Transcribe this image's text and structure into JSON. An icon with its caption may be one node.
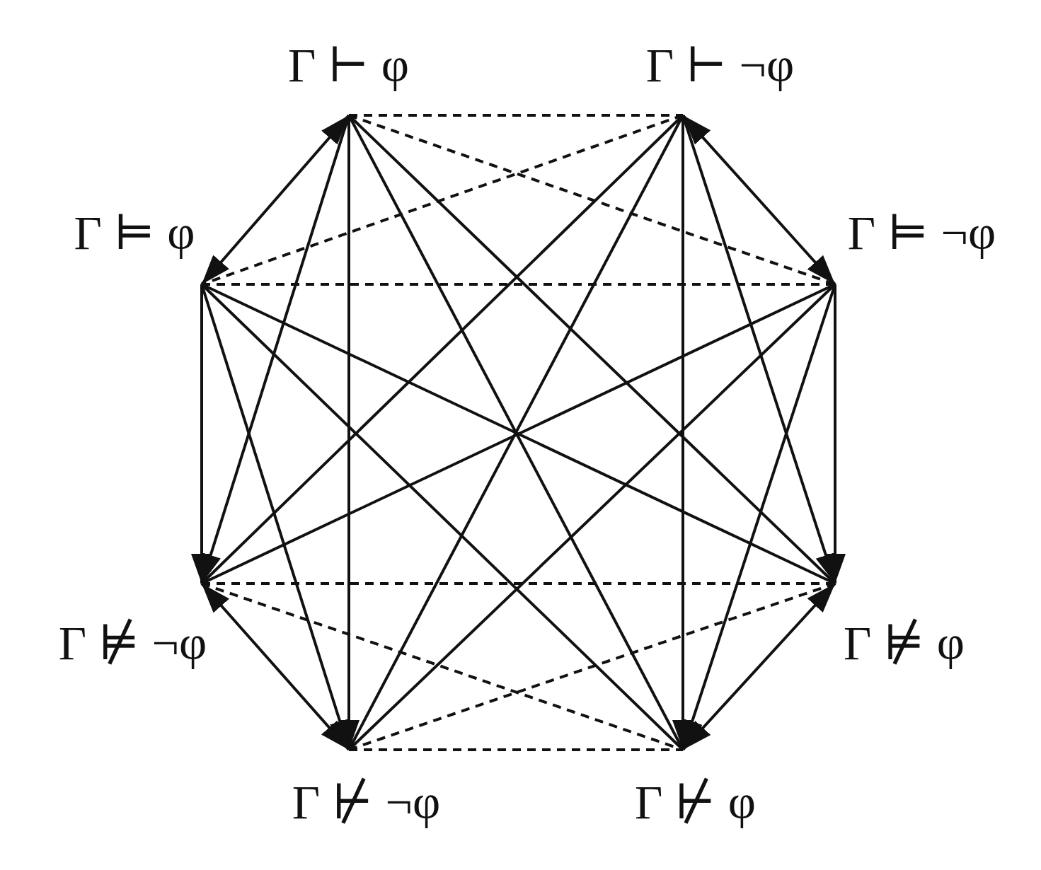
{
  "diagram": {
    "nodes": [
      {
        "text": [
          "Γ ⊢ φ"
        ]
      },
      {
        "text": [
          "Γ ⊢ ¬φ"
        ]
      },
      {
        "text": [
          "Γ ⊨ φ"
        ]
      },
      {
        "text": [
          "Γ ⊨ ¬φ"
        ]
      },
      {
        "text": [
          "Γ ⊭ ¬φ"
        ]
      },
      {
        "text": [
          "Γ ⊭ φ"
        ]
      },
      {
        "text": [
          "Γ ⊬ ¬φ"
        ]
      },
      {
        "text": [
          "Γ ⊬ φ"
        ]
      }
    ],
    "edges": [
      {
        "from": 0,
        "to": 1,
        "arrow": "none",
        "style": "dashed"
      },
      {
        "from": 0,
        "to": 3,
        "arrow": "none",
        "style": "dashed"
      },
      {
        "from": 1,
        "to": 2,
        "arrow": "none",
        "style": "dashed"
      },
      {
        "from": 2,
        "to": 3,
        "arrow": "none",
        "style": "dashed"
      },
      {
        "from": 4,
        "to": 5,
        "arrow": "none",
        "style": "dashed"
      },
      {
        "from": 4,
        "to": 7,
        "arrow": "none",
        "style": "dashed"
      },
      {
        "from": 5,
        "to": 6,
        "arrow": "none",
        "style": "dashed"
      },
      {
        "from": 6,
        "to": 7,
        "arrow": "none",
        "style": "dashed"
      },
      {
        "from": 0,
        "to": 2,
        "arrow": "both"
      },
      {
        "from": 1,
        "to": 3,
        "arrow": "both"
      },
      {
        "from": 4,
        "to": 6,
        "arrow": "both"
      },
      {
        "from": 5,
        "to": 7,
        "arrow": "both"
      },
      {
        "from": 0,
        "to": 4,
        "arrow": "to"
      },
      {
        "from": 0,
        "to": 6,
        "arrow": "to"
      },
      {
        "from": 2,
        "to": 4,
        "arrow": "to"
      },
      {
        "from": 2,
        "to": 6,
        "arrow": "to"
      },
      {
        "from": 1,
        "to": 5,
        "arrow": "to"
      },
      {
        "from": 1,
        "to": 7,
        "arrow": "to"
      },
      {
        "from": 3,
        "to": 5,
        "arrow": "to"
      },
      {
        "from": 3,
        "to": 7,
        "arrow": "to"
      },
      {
        "from": 0,
        "to": 7,
        "arrow": "none"
      },
      {
        "from": 0,
        "to": 5,
        "arrow": "none"
      },
      {
        "from": 2,
        "to": 5,
        "arrow": "none"
      },
      {
        "from": 2,
        "to": 7,
        "arrow": "none"
      },
      {
        "from": 1,
        "to": 6,
        "arrow": "none"
      },
      {
        "from": 1,
        "to": 4,
        "arrow": "none"
      },
      {
        "from": 3,
        "to": 4,
        "arrow": "none"
      },
      {
        "from": 3,
        "to": 6,
        "arrow": "none"
      }
    ]
  }
}
